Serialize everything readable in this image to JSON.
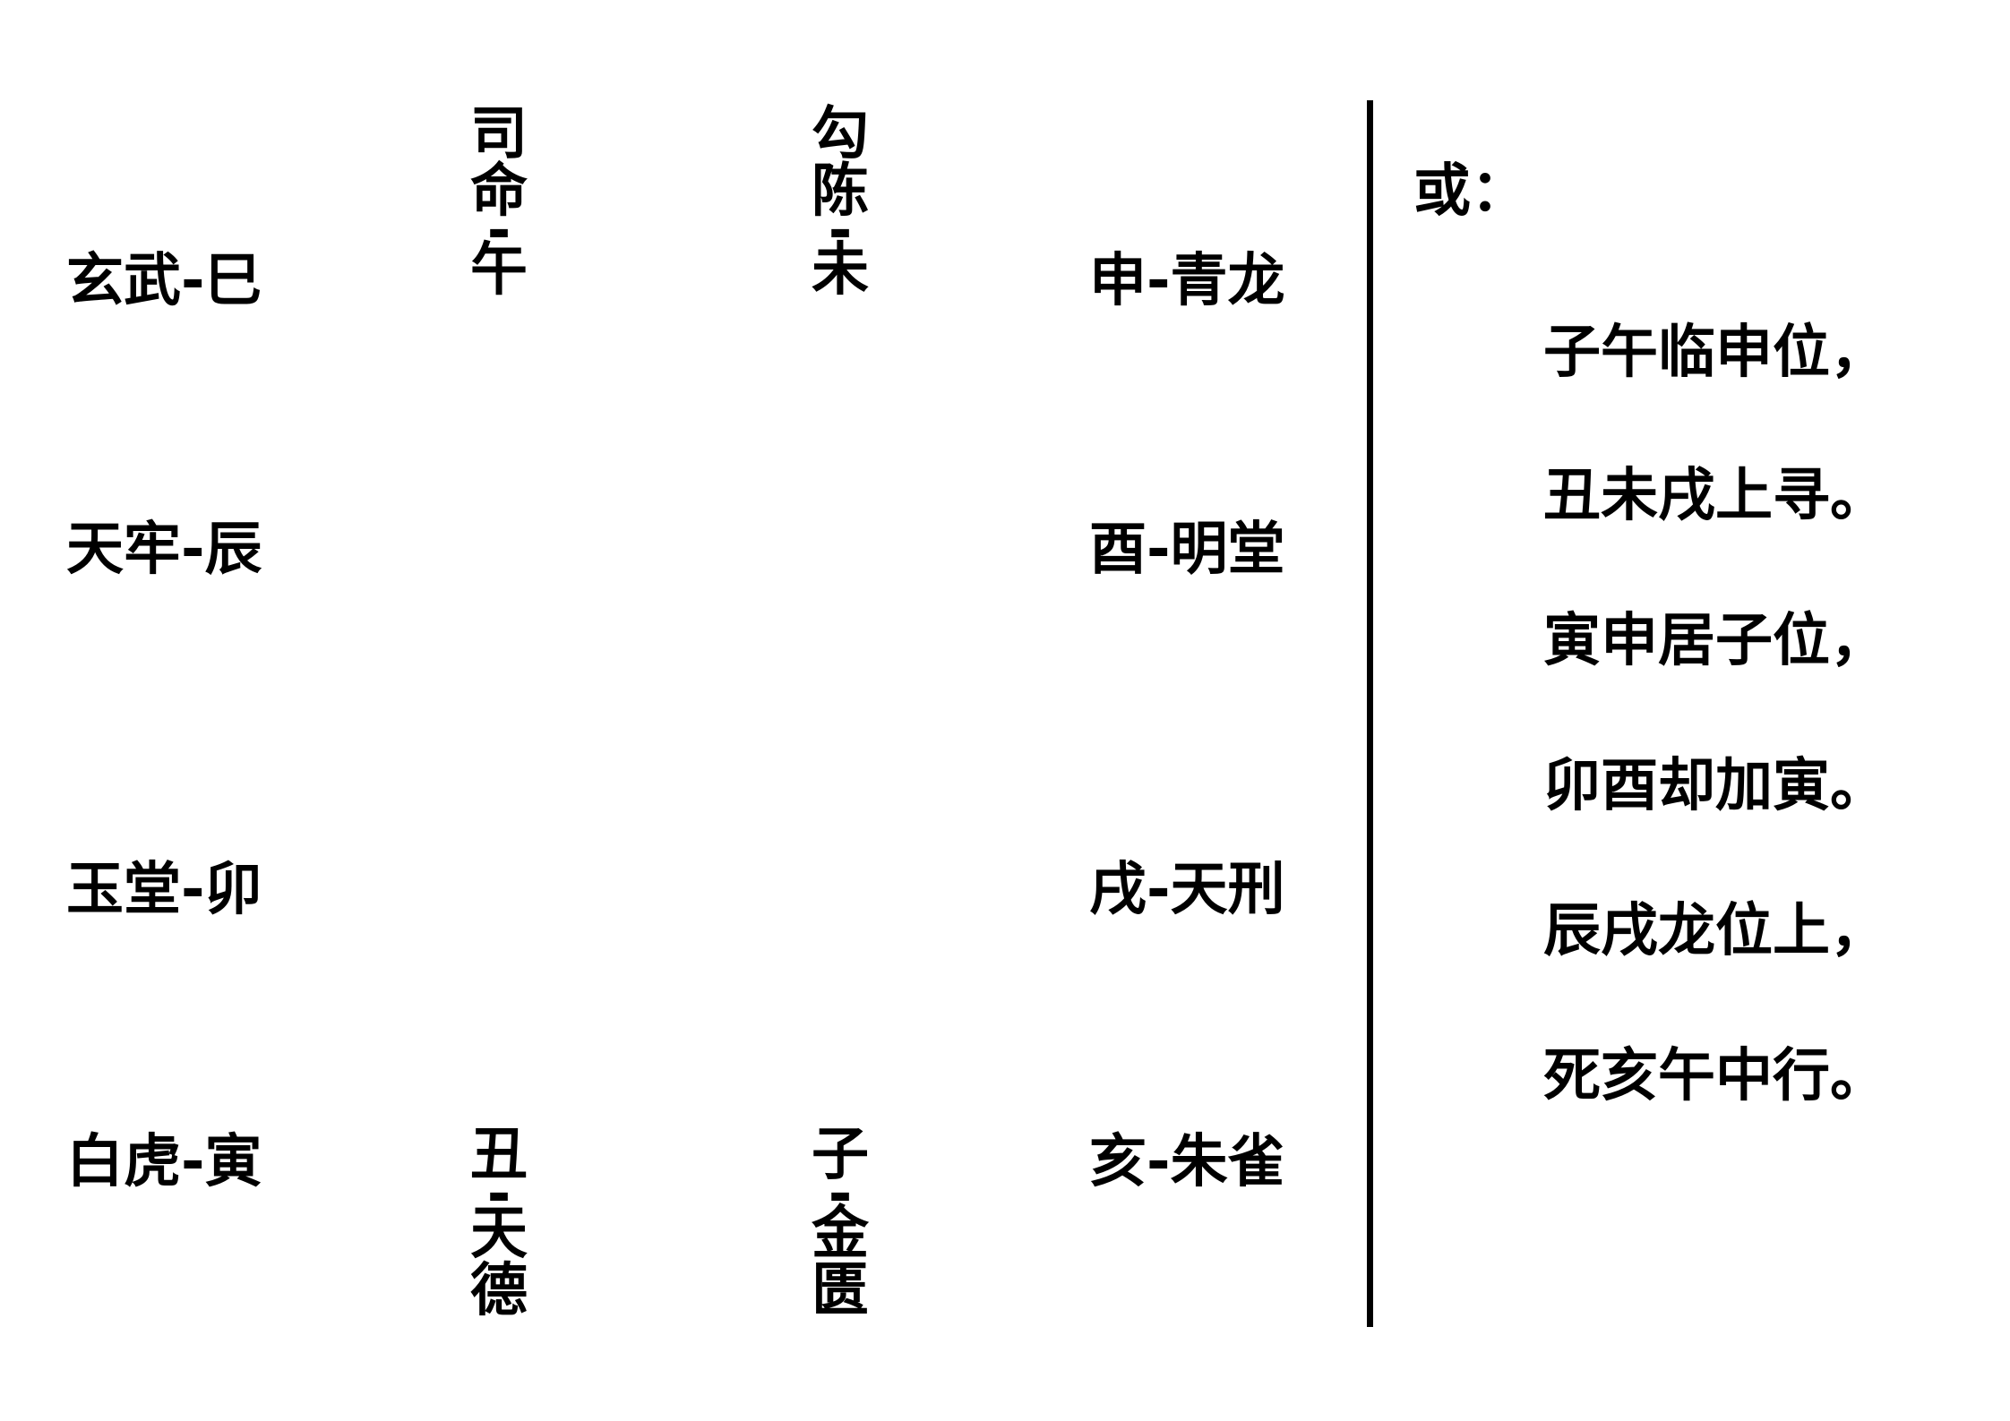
{
  "left_column": {
    "xuanwu": "玄武-巳",
    "tianlao": "天牢-辰",
    "yutang": "玉堂-卯",
    "baihu": "白虎-寅"
  },
  "top_row": {
    "siming": {
      "name": "司命",
      "branch": "午"
    },
    "gouchen": {
      "name": "勾陈",
      "branch": "未"
    }
  },
  "bottom_row": {
    "tiande": {
      "branch": "丑",
      "name": "天德"
    },
    "jinkui": {
      "branch": "子",
      "name": "金匮"
    }
  },
  "right_column": {
    "qinglong": "申-青龙",
    "mingtang": "酉-明堂",
    "tianxing": "戌-天刑",
    "zhuque": "亥-朱雀"
  },
  "verse": {
    "intro": "或：",
    "lines": [
      "子午临申位，",
      "丑未戌上寻。",
      "寅申居子位，",
      "卯酉却加寅。",
      "辰戌龙位上，",
      "死亥午中行。"
    ]
  }
}
